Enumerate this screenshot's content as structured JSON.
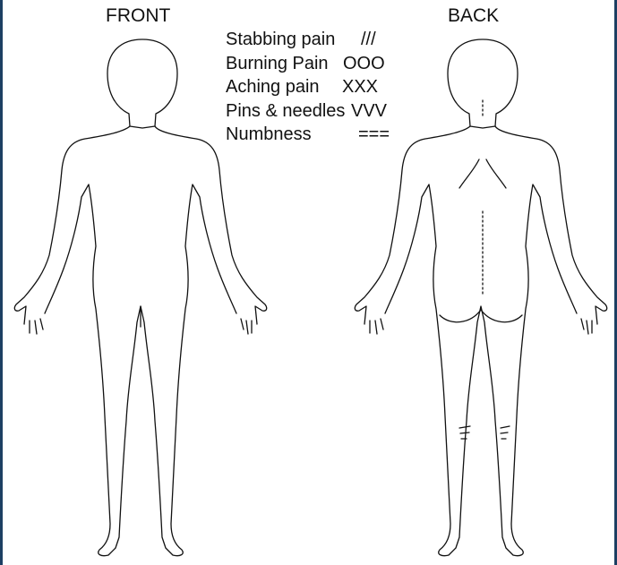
{
  "titles": {
    "front": "FRONT",
    "back": "BACK"
  },
  "legend": [
    {
      "label": "Stabbing pain",
      "symbol": "///"
    },
    {
      "label": "Burning Pain",
      "symbol": "OOO"
    },
    {
      "label": "Aching pain",
      "symbol": "XXX"
    },
    {
      "label": "Pins & needles",
      "symbol": "VVV"
    },
    {
      "label": "Numbness",
      "symbol": "==="
    }
  ],
  "colors": {
    "frame_border": "#1d3f63",
    "line": "#111111"
  }
}
